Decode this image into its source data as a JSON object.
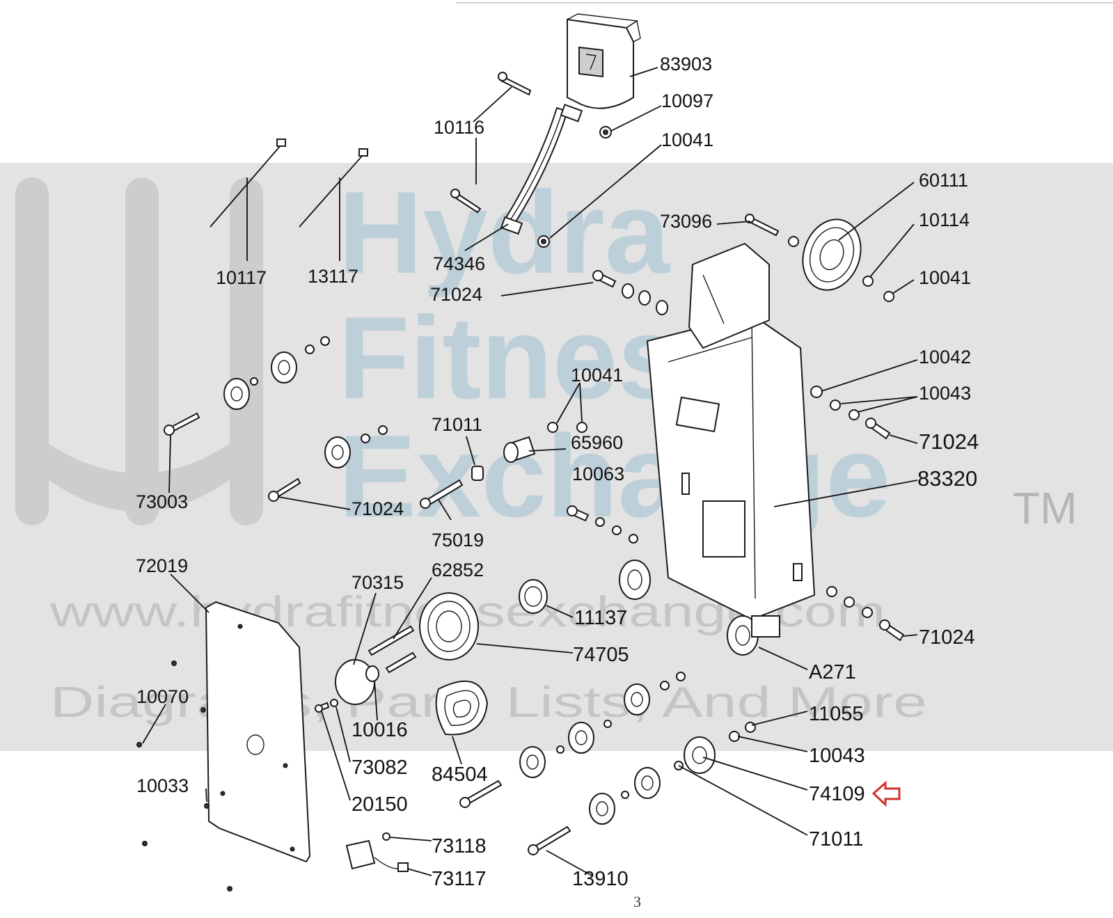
{
  "watermark": {
    "brand_lines": [
      "Hydra",
      "Fitness",
      "Exchange"
    ],
    "trademark": "TM",
    "website": "www.hydrafitnessexchange.com",
    "tagline": "Diagrams, Parts Lists, And More"
  },
  "page_number": "3",
  "highlight_color": "#d0312d",
  "callouts": [
    {
      "id": "83903",
      "label": "83903"
    },
    {
      "id": "10097",
      "label": "10097"
    },
    {
      "id": "10116",
      "label": "10116"
    },
    {
      "id": "10041a",
      "label": "10041"
    },
    {
      "id": "60111",
      "label": "60111"
    },
    {
      "id": "73096",
      "label": "73096"
    },
    {
      "id": "10114",
      "label": "10114"
    },
    {
      "id": "10117",
      "label": "10117"
    },
    {
      "id": "13117",
      "label": "13117"
    },
    {
      "id": "74346",
      "label": "74346"
    },
    {
      "id": "10041b",
      "label": "10041"
    },
    {
      "id": "71024a",
      "label": "71024"
    },
    {
      "id": "10042",
      "label": "10042"
    },
    {
      "id": "10041c",
      "label": "10041"
    },
    {
      "id": "10043a",
      "label": "10043"
    },
    {
      "id": "71011a",
      "label": "71011"
    },
    {
      "id": "65960",
      "label": "65960"
    },
    {
      "id": "71024b",
      "label": "71024"
    },
    {
      "id": "10063",
      "label": "10063"
    },
    {
      "id": "83320",
      "label": "83320"
    },
    {
      "id": "73003",
      "label": "73003"
    },
    {
      "id": "71024c",
      "label": "71024"
    },
    {
      "id": "75019",
      "label": "75019"
    },
    {
      "id": "72019",
      "label": "72019"
    },
    {
      "id": "62852",
      "label": "62852"
    },
    {
      "id": "70315",
      "label": "70315"
    },
    {
      "id": "11137",
      "label": "11137"
    },
    {
      "id": "71024d",
      "label": "71024"
    },
    {
      "id": "74705",
      "label": "74705"
    },
    {
      "id": "A271",
      "label": "A271"
    },
    {
      "id": "10070",
      "label": "10070"
    },
    {
      "id": "10016",
      "label": "10016"
    },
    {
      "id": "11055",
      "label": "11055"
    },
    {
      "id": "10043b",
      "label": "10043"
    },
    {
      "id": "73082",
      "label": "73082"
    },
    {
      "id": "84504",
      "label": "84504"
    },
    {
      "id": "74109",
      "label": "74109"
    },
    {
      "id": "10033",
      "label": "10033"
    },
    {
      "id": "20150",
      "label": "20150"
    },
    {
      "id": "71011b",
      "label": "71011"
    },
    {
      "id": "73118",
      "label": "73118"
    },
    {
      "id": "73117",
      "label": "73117"
    },
    {
      "id": "13910",
      "label": "13910"
    }
  ],
  "highlighted_part": "74109"
}
